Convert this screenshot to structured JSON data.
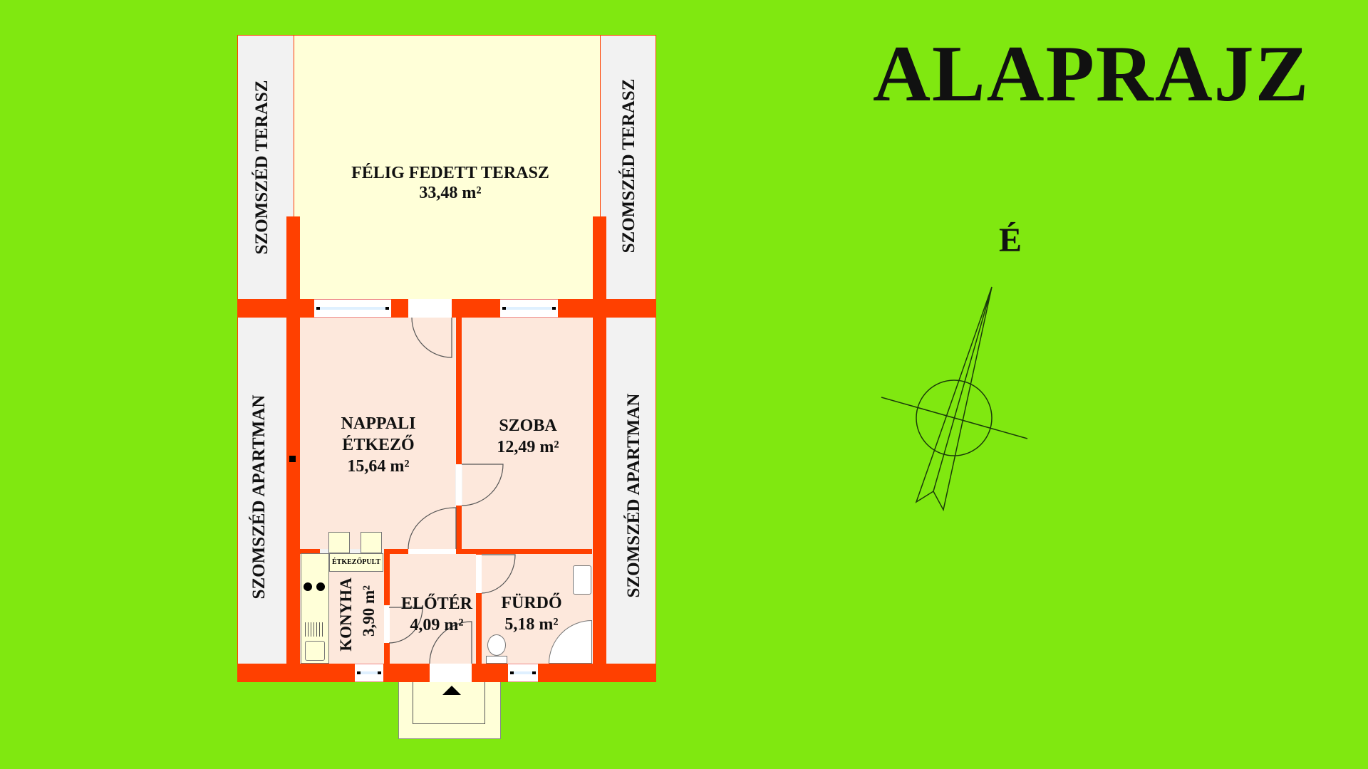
{
  "title": "ALAPRAJZ",
  "compass": {
    "north_label": "É"
  },
  "rooms": {
    "terrace": {
      "name": "FÉLIG FEDETT TERASZ",
      "area": "33,48 m²"
    },
    "living": {
      "name_line1": "NAPPALI",
      "name_line2": "ÉTKEZŐ",
      "area": "15,64 m²"
    },
    "bedroom": {
      "name": "SZOBA",
      "area": "12,49 m²"
    },
    "kitchen": {
      "name": "KONYHA",
      "area": "3,90 m²",
      "counter_label": "ÉTKEZŐPULT"
    },
    "hall": {
      "name": "ELŐTÉR",
      "area": "4,09 m²"
    },
    "bathroom": {
      "name": "FÜRDŐ",
      "area": "5,18 m²"
    }
  },
  "neighbors": {
    "terrace_left": "SZOMSZÉD TERASZ",
    "terrace_right": "SZOMSZÉD TERASZ",
    "apartment_left": "SZOMSZÉD APARTMAN",
    "apartment_right": "SZOMSZÉD APARTMAN"
  },
  "colors": {
    "background": "#80e810",
    "wall": "#ff4000",
    "terrace": "#ffffd8",
    "room": "#fde8dc",
    "neighbor": "#f2f2f2"
  }
}
